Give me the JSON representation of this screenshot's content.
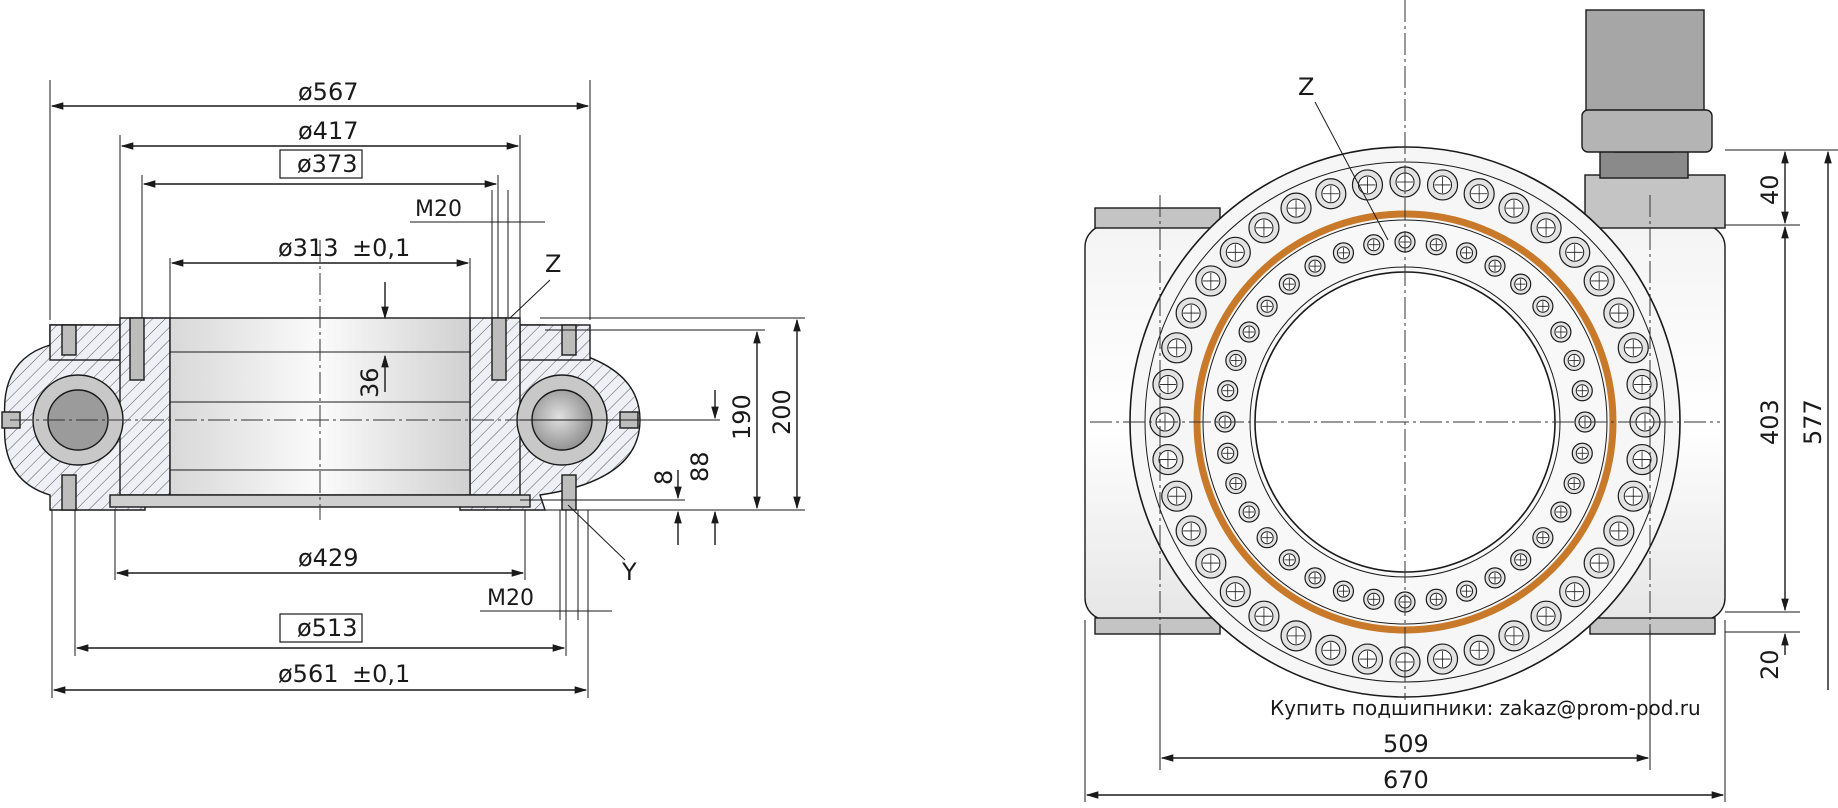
{
  "left_view": {
    "dim_outer_diameter": "ø567",
    "dim_417": "ø417",
    "dim_373_boxed": "ø373",
    "dim_thread_top": "M20",
    "dim_313": "ø313",
    "dim_313_tol": "±0,1",
    "dim_36": "36",
    "dim_190": "190",
    "dim_200": "200",
    "dim_8": "8",
    "dim_88": "88",
    "dim_429": "ø429",
    "dim_thread_bottom": "M20",
    "dim_513_boxed": "ø513",
    "dim_561": "ø561",
    "dim_561_tol": "±0,1",
    "label_z": "Z",
    "label_y": "Y"
  },
  "right_view": {
    "label_z": "Z",
    "dim_40": "40",
    "dim_403": "403",
    "dim_577": "577",
    "dim_20": "20",
    "dim_509": "509",
    "dim_670": "670",
    "outer_bolt_count": 40,
    "inner_bolt_count": 36,
    "seal_color": "#c87a2a"
  },
  "footer_note": "Купить подшипники: zakaz@prom-pod.ru"
}
